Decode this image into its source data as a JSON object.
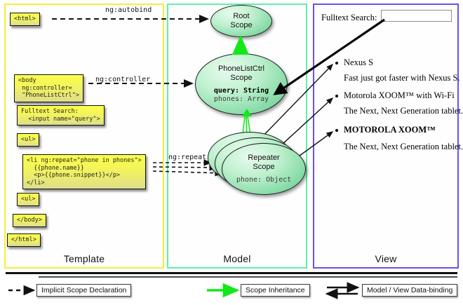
{
  "panels": {
    "template": {
      "title": "Template",
      "border_color": "#f3ef3a"
    },
    "model": {
      "title": "Model",
      "border_color": "#5ff0a8"
    },
    "view": {
      "title": "View",
      "border_color": "#6d4ff0"
    }
  },
  "template_code": {
    "html_open": "<html>",
    "body_open": "<body\n ng:controller=\n \"PhoneListCtrl\">",
    "search": "Fulltext Search:\n  <input name=\"query\">",
    "ul_open": "<ul>",
    "li_repeat": "<li ng:repeat=\"phone in phones\">\n  {{phone.name}}\n  <p>{{phone.snippet}}</p>\n</li>",
    "ul_close": "<ul>",
    "body_close": "</body>",
    "html_close": "</html>"
  },
  "connectors": {
    "autobind": "ng:autobind",
    "controller": "ng:controller",
    "repeat": "ng:repeat"
  },
  "scopes": {
    "root": {
      "title_line1": "Root",
      "title_line2": "Scope"
    },
    "ctrl": {
      "title_line1": "PhoneListCtrl",
      "title_line2": "Scope",
      "prop1": "query: String",
      "prop2": "phones: Array"
    },
    "repeater": {
      "title_line1": "Repeater",
      "title_line2": "Scope",
      "prop1": "phone: Object",
      "count": 3
    }
  },
  "view": {
    "search_label": "Fulltext Search:",
    "search_value": "",
    "items": [
      {
        "name": "Nexus S",
        "snippet": "Fast just got faster with Nexus S."
      },
      {
        "name": "Motorola XOOM™  with Wi-Fi",
        "snippet": "The Next, Next Generation tablet."
      },
      {
        "name": "MOTOROLA XOOM™",
        "snippet": "The Next, Next Generation tablet."
      }
    ]
  },
  "legend": {
    "implicit": "Implicit Scope Declaration",
    "inheritance": "Scope Inheritance",
    "databinding": "Model / View Data-binding"
  },
  "colors": {
    "scope_green": "#7fd9a2",
    "inherit_arrow": "#12e81a",
    "code_yellow": "#fbff4a"
  }
}
